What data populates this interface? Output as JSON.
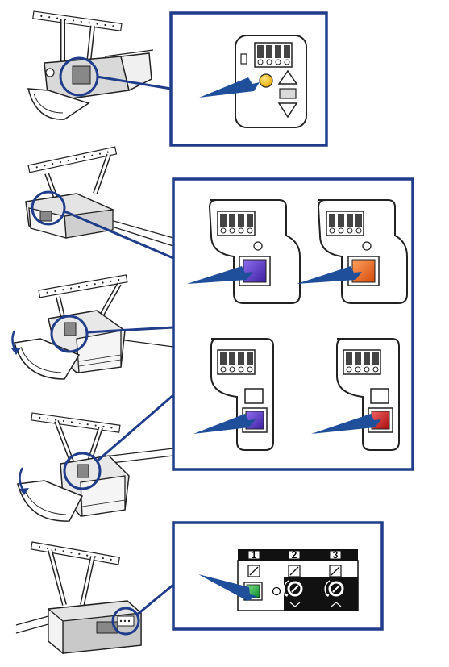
{
  "colors": {
    "frame": "#1f3d8a",
    "arrow": "#1f4f9a",
    "yellow_button": "#f4c21c",
    "purple_button": "#5b2fc9",
    "orange_button": "#f26a1b",
    "red_button": "#d61f1f",
    "green_button": "#18a83c"
  },
  "panels": [
    {
      "variant": "yellow learn button"
    },
    {
      "variant": "purple learn button, large panel"
    },
    {
      "variant": "orange learn button, large panel"
    },
    {
      "variant": "purple learn button, small panel"
    },
    {
      "variant": "red learn button, small panel"
    },
    {
      "variant": "green learn button with dials"
    }
  ],
  "dial_panel": {
    "column_labels": [
      "1",
      "2",
      "3"
    ]
  }
}
